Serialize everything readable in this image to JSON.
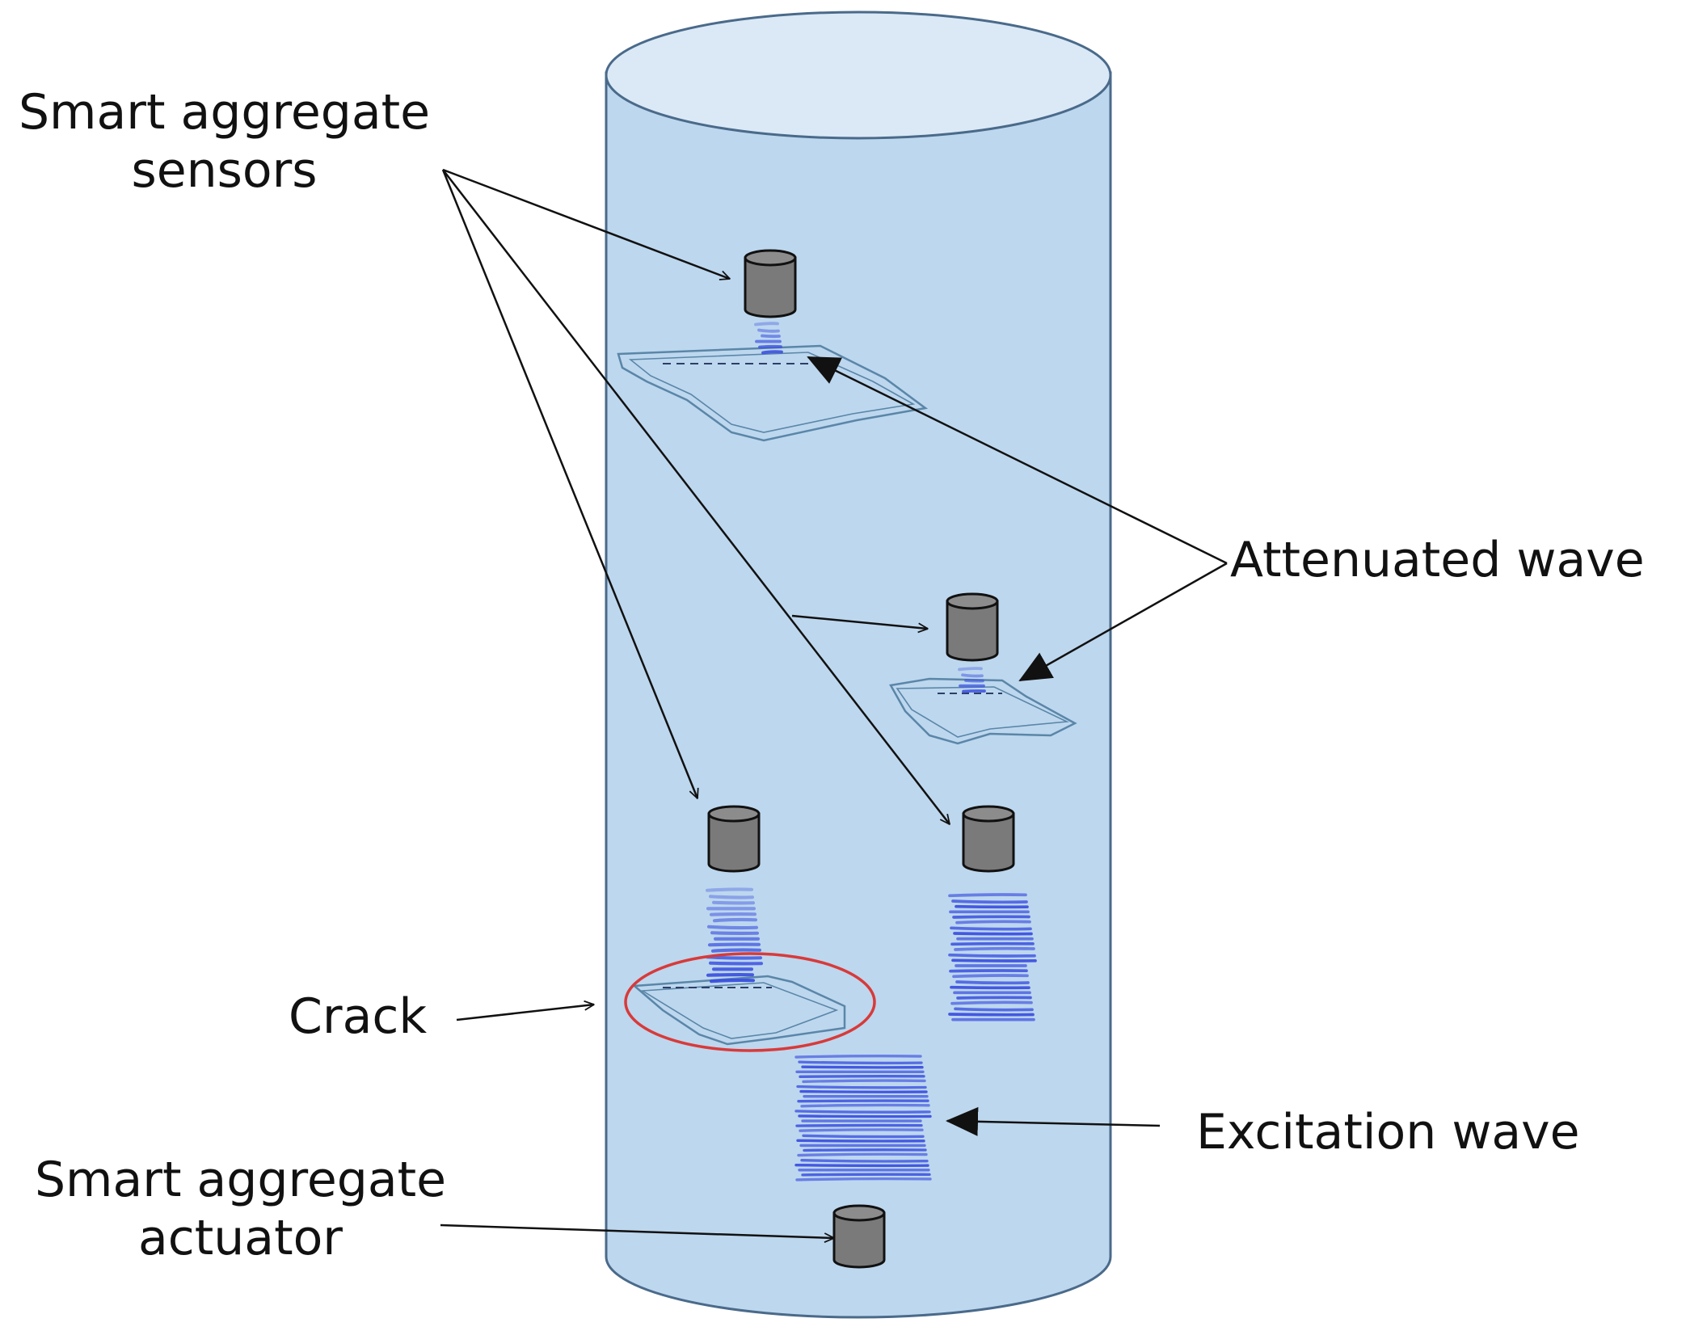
{
  "labels": {
    "sensors_line1": "Smart aggregate",
    "sensors_line2": "sensors",
    "attenuated": "Attenuated wave",
    "crack": "Crack",
    "excitation": "Excitation wave",
    "actuator_line1": "Smart aggregate",
    "actuator_line2": "actuator"
  },
  "colors": {
    "cylinder_fill": "#bdd7ee",
    "cylinder_top": "#dbe9f6",
    "cylinder_stroke": "#4a6a8a",
    "sensor_body": "#7a7a7a",
    "sensor_stroke": "#111111",
    "wave": "#3a4fe0",
    "crack_stroke": "#5a86a8",
    "crack_ellipse": "#d83a3a",
    "arrow": "#111111"
  },
  "icons": {
    "sensor": "cylinder-sensor-icon",
    "actuator": "cylinder-actuator-icon"
  }
}
